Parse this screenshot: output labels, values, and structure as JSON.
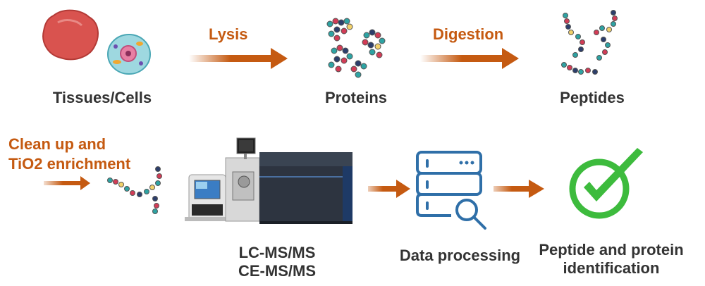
{
  "steps": {
    "tissues_cells": "Tissues/Cells",
    "proteins": "Proteins",
    "peptides": "Peptides",
    "lc_ms": "LC-MS/MS",
    "ce_ms": "CE-MS/MS",
    "data_processing": "Data processing",
    "identification_line1": "Peptide and protein",
    "identification_line2": "identification"
  },
  "arrows": {
    "lysis": "Lysis",
    "digestion": "Digestion",
    "cleanup_line1": "Clean up and",
    "cleanup_line2": "TiO2 enrichment"
  },
  "colors": {
    "arrow": "#C55A11",
    "label": "#333333",
    "data_icon": "#2F6FA8",
    "check": "#3DBB3D"
  }
}
